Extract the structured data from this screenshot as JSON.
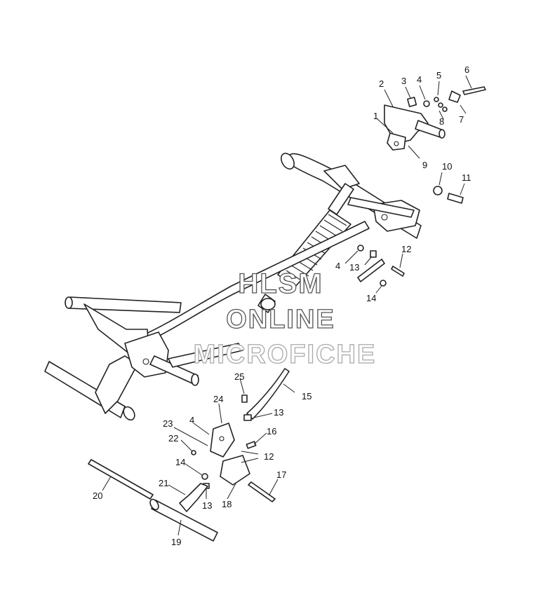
{
  "watermark": {
    "line1": "HLSM",
    "line2": "ONLINE",
    "line3": "MICROFICHE"
  },
  "callouts": {
    "c1": "1",
    "c2": "2",
    "c3": "3",
    "c4a": "4",
    "c5": "5",
    "c6": "6",
    "c7": "7",
    "c8": "8",
    "c9": "9",
    "c10": "10",
    "c11": "11",
    "c4b": "4",
    "c13a": "13",
    "c12a": "12",
    "c14a": "14",
    "c25": "25",
    "c15": "15",
    "c24": "24",
    "c13b": "13",
    "c4c": "4",
    "c23": "23",
    "c16": "16",
    "c22": "22",
    "c12b": "12",
    "c14b": "14",
    "c17": "17",
    "c21": "21",
    "c20": "20",
    "c13c": "13",
    "c18": "18",
    "c19": "19"
  }
}
